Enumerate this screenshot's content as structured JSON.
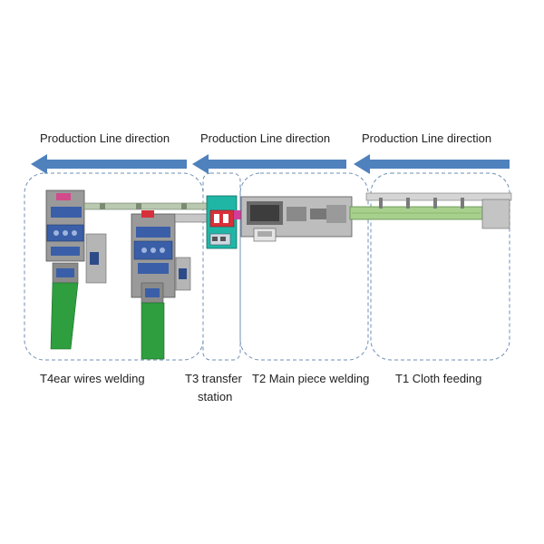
{
  "diagram": {
    "direction_labels": [
      "Production Line direction",
      "Production Line direction",
      "Production Line direction"
    ],
    "stations": {
      "t4": "T4ear wires welding",
      "t3_line1": "T3 transfer",
      "t3_line2": "station",
      "t2": "T2 Main piece welding",
      "t1": "T1 Cloth feeding"
    },
    "colors": {
      "arrow": "#4f81bd",
      "dashed_border": "#6f8fb5",
      "machine_frame": "#8c8c8c",
      "blue_parts": "#3a5fa8",
      "conveyor_green": "#2e9e3e",
      "light_green": "#a8d08d",
      "teal": "#1fb6a6",
      "magenta": "#d23c9b",
      "red": "#d8303a"
    }
  }
}
